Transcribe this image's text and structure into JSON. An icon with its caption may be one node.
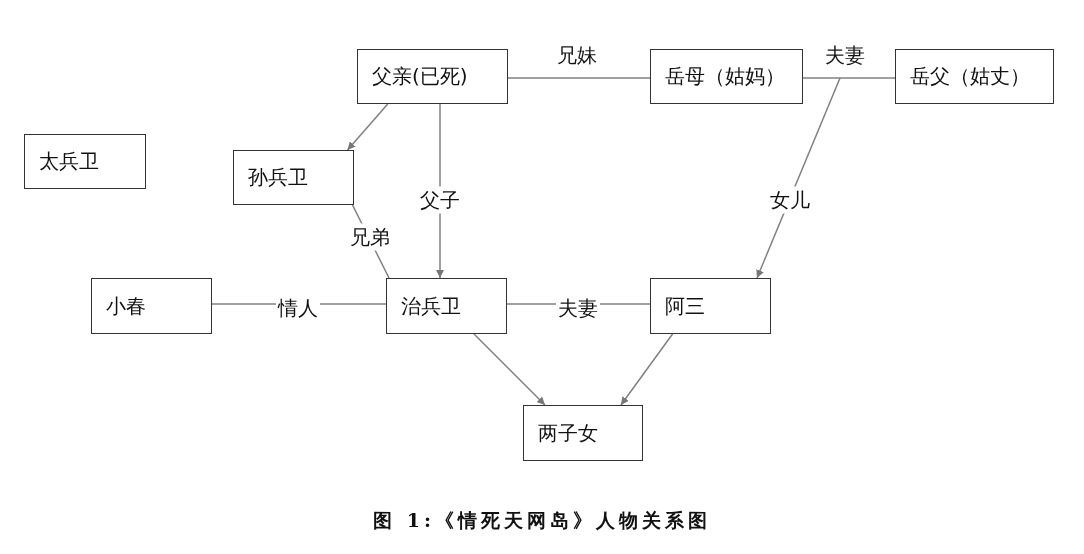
{
  "diagram": {
    "caption": "图 1:《情死天网岛》人物关系图",
    "nodes": [
      {
        "text": [
          "父亲(已死)"
        ]
      },
      {
        "text": [
          "岳母（姑妈）"
        ]
      },
      {
        "text": [
          "岳父（姑丈）"
        ]
      },
      {
        "text": [
          "太兵卫"
        ]
      },
      {
        "text": [
          "孙兵卫"
        ]
      },
      {
        "text": [
          "小春"
        ]
      },
      {
        "text": [
          "治兵卫"
        ]
      },
      {
        "text": [
          "阿三"
        ]
      },
      {
        "text": [
          "两子女"
        ]
      }
    ],
    "edges": [
      {
        "from": 0,
        "to": 1,
        "arrow": "none",
        "label": "兄妹"
      },
      {
        "from": 1,
        "to": 2,
        "arrow": "none",
        "label": "夫妻"
      },
      {
        "from": 0,
        "to": 4,
        "arrow": "to"
      },
      {
        "from": 0,
        "to": 6,
        "arrow": "to",
        "label": "父子"
      },
      {
        "from": null,
        "to": 7,
        "arrow": "to",
        "label": "女儿"
      },
      {
        "from": 4,
        "to": 6,
        "arrow": "none",
        "label": "兄弟"
      },
      {
        "from": 5,
        "to": 6,
        "arrow": "none",
        "label": "情人"
      },
      {
        "from": 6,
        "to": 7,
        "arrow": "none",
        "label": "夫妻"
      },
      {
        "from": 6,
        "to": 8,
        "arrow": "to"
      },
      {
        "from": 7,
        "to": 8,
        "arrow": "to"
      }
    ]
  }
}
